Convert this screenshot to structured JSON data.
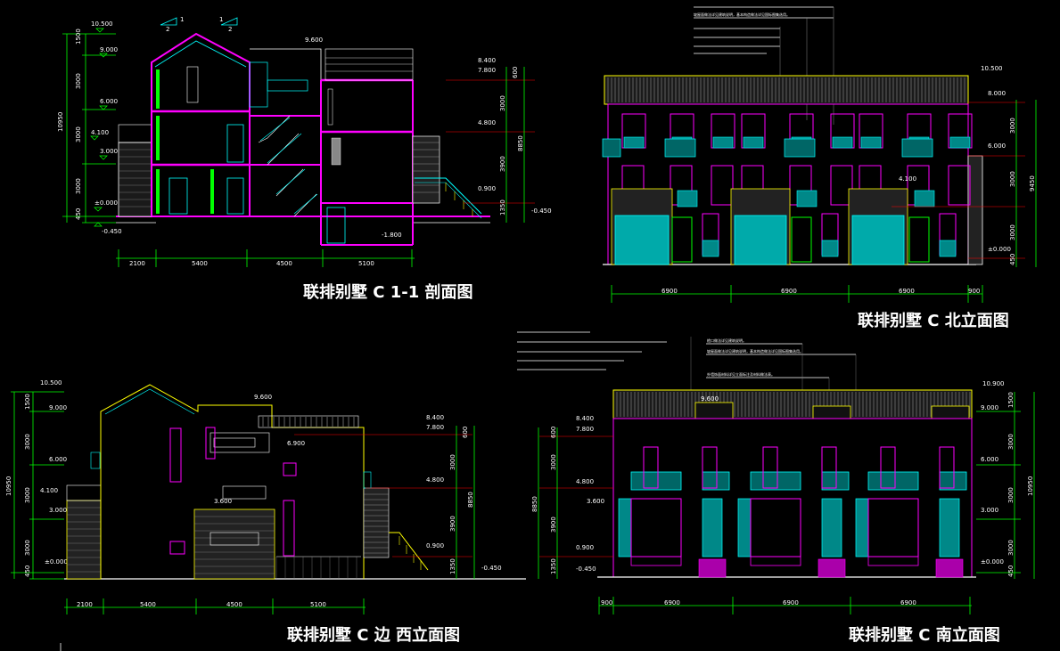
{
  "titles": {
    "section": "联排别墅 C 1-1  剖面图",
    "north": "联排别墅  C  北立面图",
    "west": "联排别墅  C  边 西立面图",
    "south": "联排别墅 C  南立面图"
  },
  "section_view": {
    "marker1": "1",
    "marker2": "1",
    "marker3": "2",
    "marker4": "2",
    "left_levels": [
      "10.500",
      "9.000",
      "6.000",
      "4.100",
      "3.000",
      "±0.000",
      "-0.450"
    ],
    "right_levels": [
      "8.400",
      "7.800",
      "4.800",
      "0.900",
      "-0.450"
    ],
    "roof_level": "9.600",
    "basement_level": "-1.800",
    "left_dims": [
      "1500",
      "3000",
      "3000",
      "3000",
      "450"
    ],
    "total_left": "10950",
    "right_dims": [
      "600",
      "3000",
      "3900",
      "1350"
    ],
    "total_right": "8850",
    "bottom_dims": [
      "2100",
      "5400",
      "4500",
      "5100"
    ]
  },
  "north_view": {
    "levels": [
      "10.500",
      "8.000",
      "6.000",
      "4.100",
      "±0.000"
    ],
    "dims": [
      "3000",
      "3000",
      "3000",
      "450"
    ],
    "total": "9450",
    "bottom_dims": [
      "6900",
      "6900",
      "6900",
      "900"
    ],
    "note": "坡屋面做法详见建筑说明，基本构造做法详见国标图集选用。"
  },
  "west_view": {
    "left_levels": [
      "10.500",
      "9.000",
      "6.000",
      "4.100",
      "3.000",
      "±0.000"
    ],
    "roof_level": "9.600",
    "mid_levels": [
      "6.900",
      "3.600"
    ],
    "right_levels": [
      "8.400",
      "7.800",
      "4.800",
      "0.900",
      "-0.450"
    ],
    "left_dims": [
      "1500",
      "3000",
      "3000",
      "3000",
      "450"
    ],
    "total_left": "10950",
    "right_dims": [
      "600",
      "3000",
      "3900",
      "1350"
    ],
    "total_right": "8850",
    "bottom_dims": [
      "2100",
      "5400",
      "4500",
      "5100"
    ]
  },
  "south_view": {
    "left_levels": [
      "8.400",
      "7.800",
      "4.800",
      "3.600",
      "0.900",
      "-0.450"
    ],
    "mid_level": "9.600",
    "right_levels": [
      "10.900",
      "9.000",
      "6.000",
      "3.000",
      "±0.000"
    ],
    "left_dims": [
      "600",
      "3000",
      "3900",
      "1350"
    ],
    "total_left": "8850",
    "right_dims": [
      "1500",
      "3000",
      "3000",
      "3000",
      "450"
    ],
    "total_right": "10950",
    "bottom_dims": [
      "900",
      "6900",
      "6900",
      "6900"
    ],
    "notes": [
      "檐口做法详见建筑说明。",
      "坡屋面做法详见建筑说明，基本构造做法详见国标图集选用。",
      "外墙饰面材料详见立面标注及材料做法表。"
    ]
  }
}
